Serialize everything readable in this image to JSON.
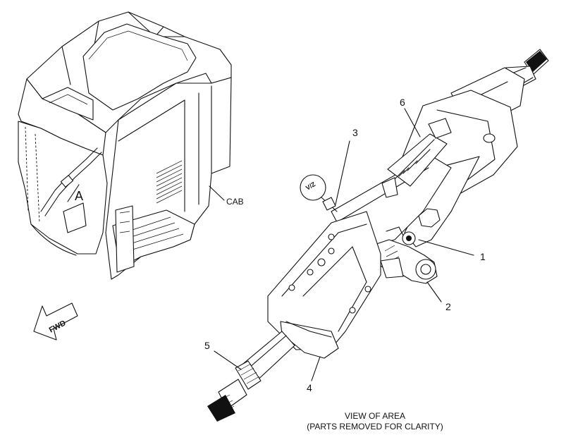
{
  "labels": {
    "cab": "CAB",
    "area_marker": "A",
    "forward_arrow": "FWD",
    "callouts": [
      "1",
      "2",
      "3",
      "4",
      "5",
      "6"
    ],
    "caption_line1": "VIEW OF AREA",
    "caption_line2": "(PARTS REMOVED FOR CLARITY)"
  },
  "knob_marking": "V/Z"
}
